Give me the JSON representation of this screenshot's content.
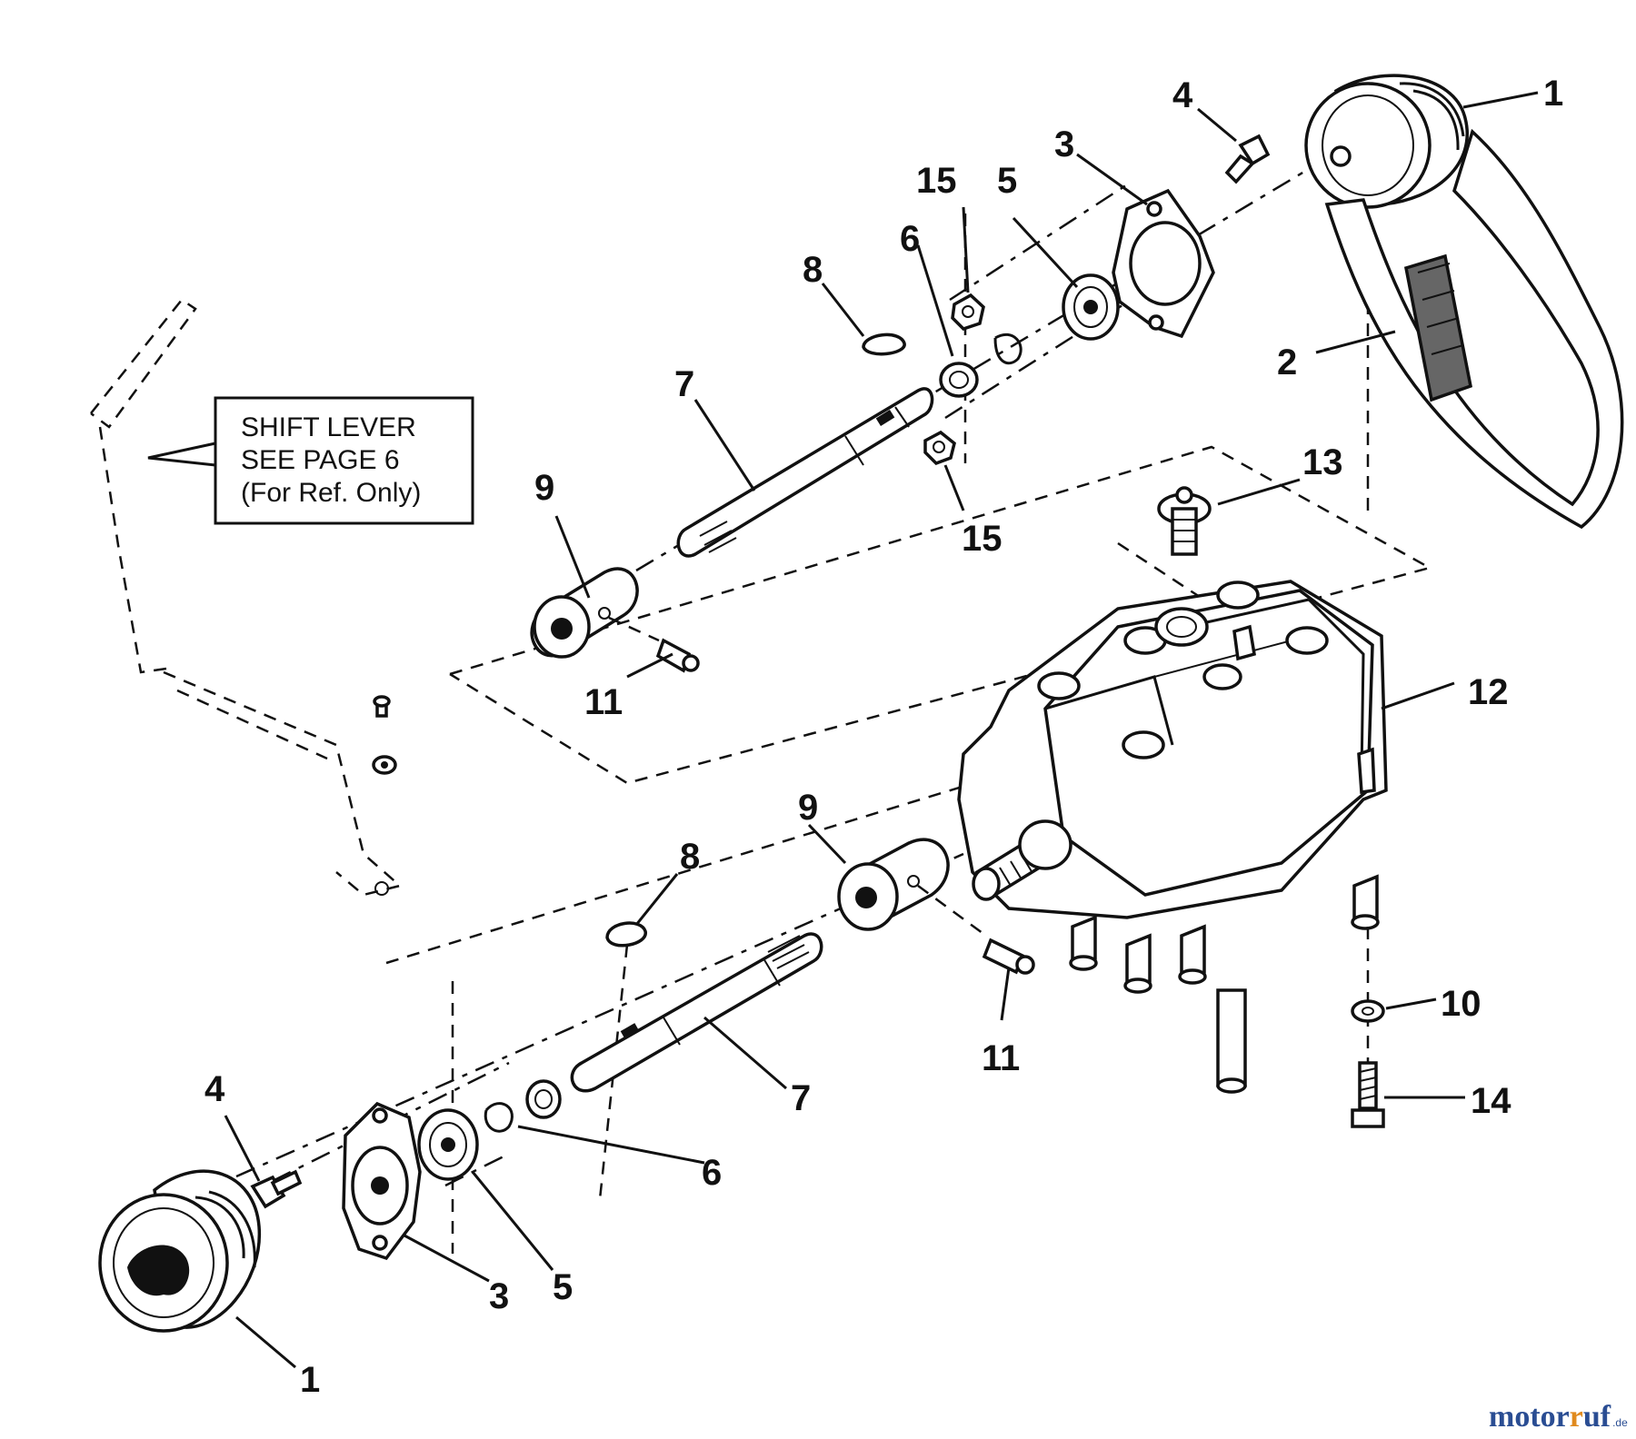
{
  "note_box": {
    "line1": "SHIFT LEVER",
    "line2": "SEE PAGE 6",
    "line3": "(For Ref. Only)"
  },
  "callouts": {
    "pulley_top": "1",
    "belt": "2",
    "flange_top": "3",
    "bolt_top": "4",
    "bearing_top": "5",
    "snap_ring_top": "6",
    "shaft_top": "7",
    "key_top": "8",
    "coupler_top": "9",
    "setscrew_top": "11",
    "gearbox": "12",
    "vent_plug": "13",
    "nut_top_a": "15",
    "nut_top_b": "15",
    "coupler_bottom": "9",
    "key_bottom": "8",
    "setscrew_bottom": "11",
    "washer": "10",
    "bolt_gearbox": "14",
    "shaft_bottom": "7",
    "snap_ring_bottom": "6",
    "bearing_bottom": "5",
    "flange_bottom": "3",
    "bolt_bottom": "4",
    "pulley_bottom": "1"
  },
  "watermark": {
    "brand_a": "motor",
    "brand_b": "uf",
    "suffix": ".de"
  }
}
